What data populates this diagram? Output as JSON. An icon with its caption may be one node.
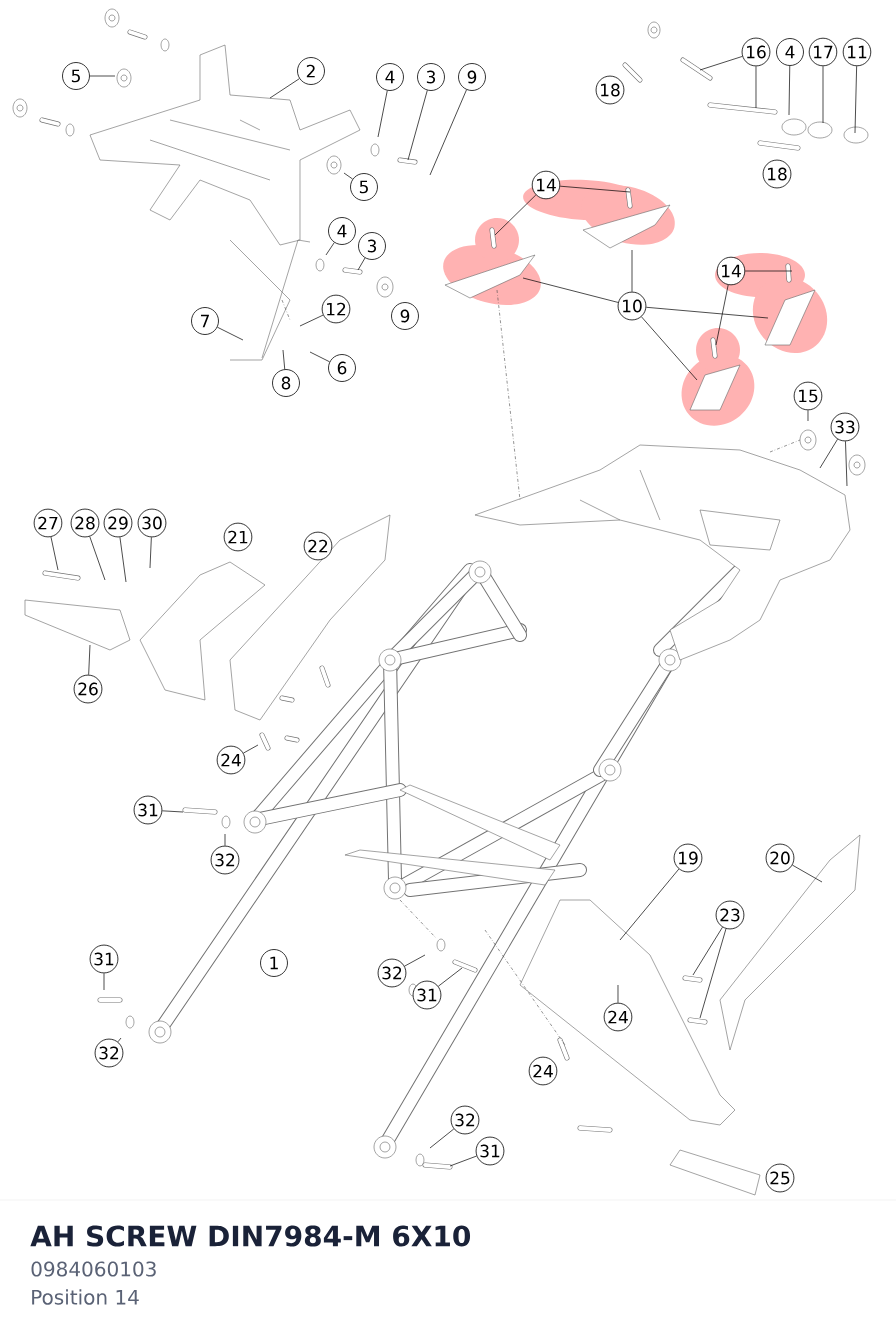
{
  "diagram": {
    "title": "AH SCREW DIN7984-M 6X10",
    "nodes": [
      {
        "text": [
          "5"
        ]
      },
      {
        "text": [
          "2"
        ]
      },
      {
        "text": [
          "4"
        ]
      },
      {
        "text": [
          "3"
        ]
      },
      {
        "text": [
          "9"
        ]
      },
      {
        "text": [
          "5"
        ]
      },
      {
        "text": [
          "4"
        ]
      },
      {
        "text": [
          "3"
        ]
      },
      {
        "text": [
          "9"
        ]
      },
      {
        "text": [
          "7"
        ]
      },
      {
        "text": [
          "12"
        ]
      },
      {
        "text": [
          "6"
        ]
      },
      {
        "text": [
          "8"
        ]
      },
      {
        "text": [
          "18"
        ]
      },
      {
        "text": [
          "16"
        ]
      },
      {
        "text": [
          "4"
        ]
      },
      {
        "text": [
          "17"
        ]
      },
      {
        "text": [
          "11"
        ]
      },
      {
        "text": [
          "18"
        ]
      },
      {
        "text": [
          "14"
        ]
      },
      {
        "text": [
          "14"
        ]
      },
      {
        "text": [
          "10"
        ]
      },
      {
        "text": [
          "15"
        ]
      },
      {
        "text": [
          "33"
        ]
      },
      {
        "text": [
          "27"
        ]
      },
      {
        "text": [
          "28"
        ]
      },
      {
        "text": [
          "29"
        ]
      },
      {
        "text": [
          "30"
        ]
      },
      {
        "text": [
          "21"
        ]
      },
      {
        "text": [
          "22"
        ]
      },
      {
        "text": [
          "26"
        ]
      },
      {
        "text": [
          "24"
        ]
      },
      {
        "text": [
          "31"
        ]
      },
      {
        "text": [
          "32"
        ]
      },
      {
        "text": [
          "19"
        ]
      },
      {
        "text": [
          "20"
        ]
      },
      {
        "text": [
          "23"
        ]
      },
      {
        "text": [
          "1"
        ]
      },
      {
        "text": [
          "31"
        ]
      },
      {
        "text": [
          "32"
        ]
      },
      {
        "text": [
          "32"
        ]
      },
      {
        "text": [
          "31"
        ]
      },
      {
        "text": [
          "24"
        ]
      },
      {
        "text": [
          "24"
        ]
      },
      {
        "text": [
          "32"
        ]
      },
      {
        "text": [
          "31"
        ]
      },
      {
        "text": [
          "25"
        ]
      }
    ],
    "edges": [
      {
        "from": 0,
        "to": null,
        "arrow": "none"
      },
      {
        "from": 1,
        "to": null,
        "arrow": "none"
      },
      {
        "from": 2,
        "to": null,
        "arrow": "none"
      },
      {
        "from": 3,
        "to": null,
        "arrow": "none"
      },
      {
        "from": 4,
        "to": null,
        "arrow": "none"
      },
      {
        "from": 5,
        "to": null,
        "arrow": "none"
      },
      {
        "from": 6,
        "to": null,
        "arrow": "none"
      },
      {
        "from": 7,
        "to": null,
        "arrow": "none"
      },
      {
        "from": 9,
        "to": null,
        "arrow": "none"
      },
      {
        "from": 10,
        "to": null,
        "arrow": "none"
      },
      {
        "from": 11,
        "to": null,
        "arrow": "none"
      },
      {
        "from": 12,
        "to": null,
        "arrow": "none"
      },
      {
        "from": 14,
        "to": null,
        "arrow": "none"
      },
      {
        "from": 14,
        "to": null,
        "arrow": "none"
      },
      {
        "from": 15,
        "to": null,
        "arrow": "none"
      },
      {
        "from": 16,
        "to": null,
        "arrow": "none"
      },
      {
        "from": 17,
        "to": null,
        "arrow": "none"
      },
      {
        "from": 19,
        "to": null,
        "arrow": "none"
      },
      {
        "from": 19,
        "to": null,
        "arrow": "none"
      },
      {
        "from": 20,
        "to": null,
        "arrow": "none"
      },
      {
        "from": 20,
        "to": null,
        "arrow": "none"
      },
      {
        "from": 21,
        "to": null,
        "arrow": "none"
      },
      {
        "from": 21,
        "to": null,
        "arrow": "none"
      },
      {
        "from": 21,
        "to": null,
        "arrow": "none"
      },
      {
        "from": 21,
        "to": null,
        "arrow": "none"
      },
      {
        "from": 22,
        "to": null,
        "arrow": "none"
      },
      {
        "from": 23,
        "to": null,
        "arrow": "none"
      },
      {
        "from": 23,
        "to": null,
        "arrow": "none"
      },
      {
        "from": 24,
        "to": null,
        "arrow": "none"
      },
      {
        "from": 25,
        "to": null,
        "arrow": "none"
      },
      {
        "from": 26,
        "to": null,
        "arrow": "none"
      },
      {
        "from": 27,
        "to": null,
        "arrow": "none"
      },
      {
        "from": 30,
        "to": null,
        "arrow": "none"
      },
      {
        "from": 31,
        "to": null,
        "arrow": "none"
      },
      {
        "from": 32,
        "to": null,
        "arrow": "none"
      },
      {
        "from": 33,
        "to": null,
        "arrow": "none"
      },
      {
        "from": 34,
        "to": null,
        "arrow": "none"
      },
      {
        "from": 35,
        "to": null,
        "arrow": "none"
      },
      {
        "from": 36,
        "to": null,
        "arrow": "none"
      },
      {
        "from": 36,
        "to": null,
        "arrow": "none"
      },
      {
        "from": 38,
        "to": null,
        "arrow": "none"
      },
      {
        "from": 39,
        "to": null,
        "arrow": "none"
      },
      {
        "from": 40,
        "to": null,
        "arrow": "none"
      },
      {
        "from": 41,
        "to": null,
        "arrow": "none"
      },
      {
        "from": 42,
        "to": null,
        "arrow": "none"
      },
      {
        "from": 44,
        "to": null,
        "arrow": "none"
      },
      {
        "from": 45,
        "to": null,
        "arrow": "none"
      }
    ],
    "labels": [
      "0984060103",
      "Position 14"
    ]
  }
}
